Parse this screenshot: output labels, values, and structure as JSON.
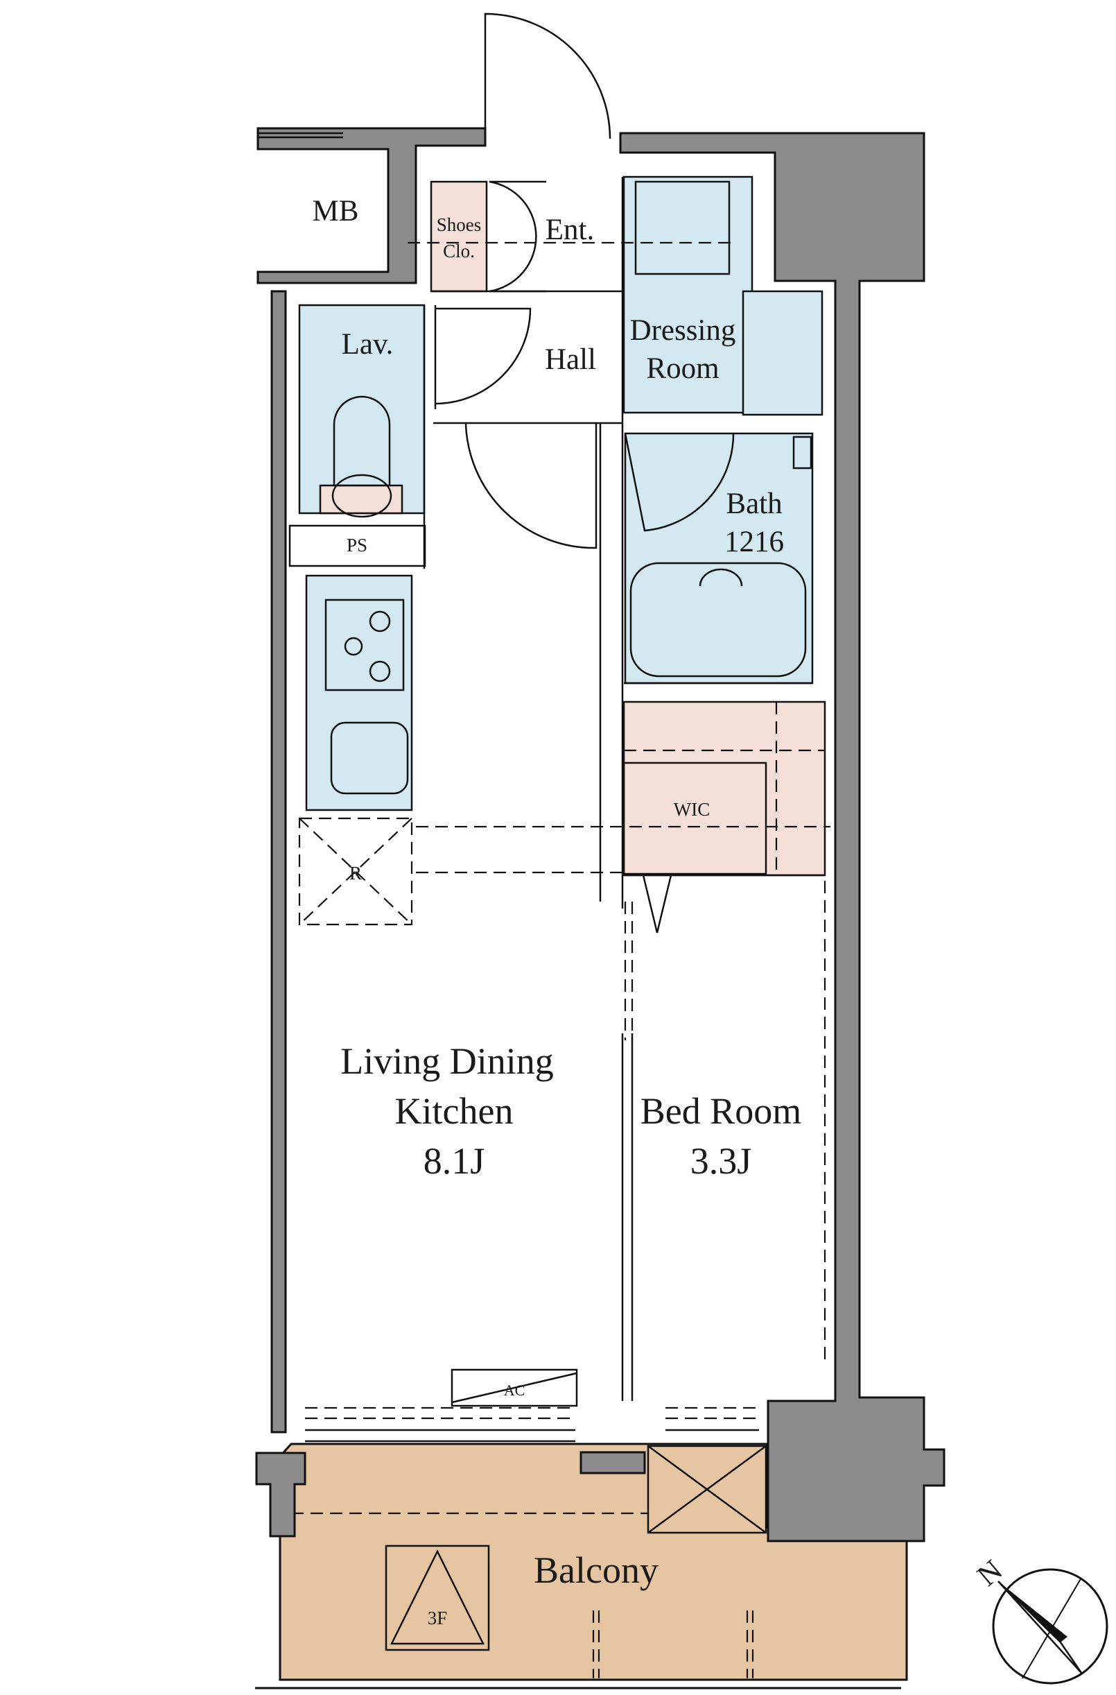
{
  "rooms": {
    "mb": "MB",
    "shoes_line1": "Shoes",
    "shoes_line2": "Clo.",
    "entrance": "Ent.",
    "dressing_line1": "Dressing",
    "dressing_line2": "Room",
    "lavatory": "Lav.",
    "hall": "Hall",
    "bath_line1": "Bath",
    "bath_line2": "1216",
    "pipe_space": "PS",
    "wic": "WIC",
    "refrigerator": "R",
    "ldk_line1": "Living Dining",
    "ldk_line2": "Kitchen",
    "ldk_size": "8.1J",
    "bed_line1": "Bed Room",
    "bed_size": "3.3J",
    "air_conditioner": "AC",
    "floor_marker": "3F",
    "balcony": "Balcony",
    "compass_north": "N"
  },
  "colors": {
    "wall": "#8c8c8c",
    "wet_area": "#d4e8f2",
    "storage": "#f4dfd9",
    "balcony": "#e6c6a2"
  },
  "icons": [
    "door-swing-icon",
    "toilet-icon",
    "stove-burner-icon",
    "sink-icon",
    "bathtub-icon",
    "compass-rose-icon",
    "hatch-icon"
  ]
}
